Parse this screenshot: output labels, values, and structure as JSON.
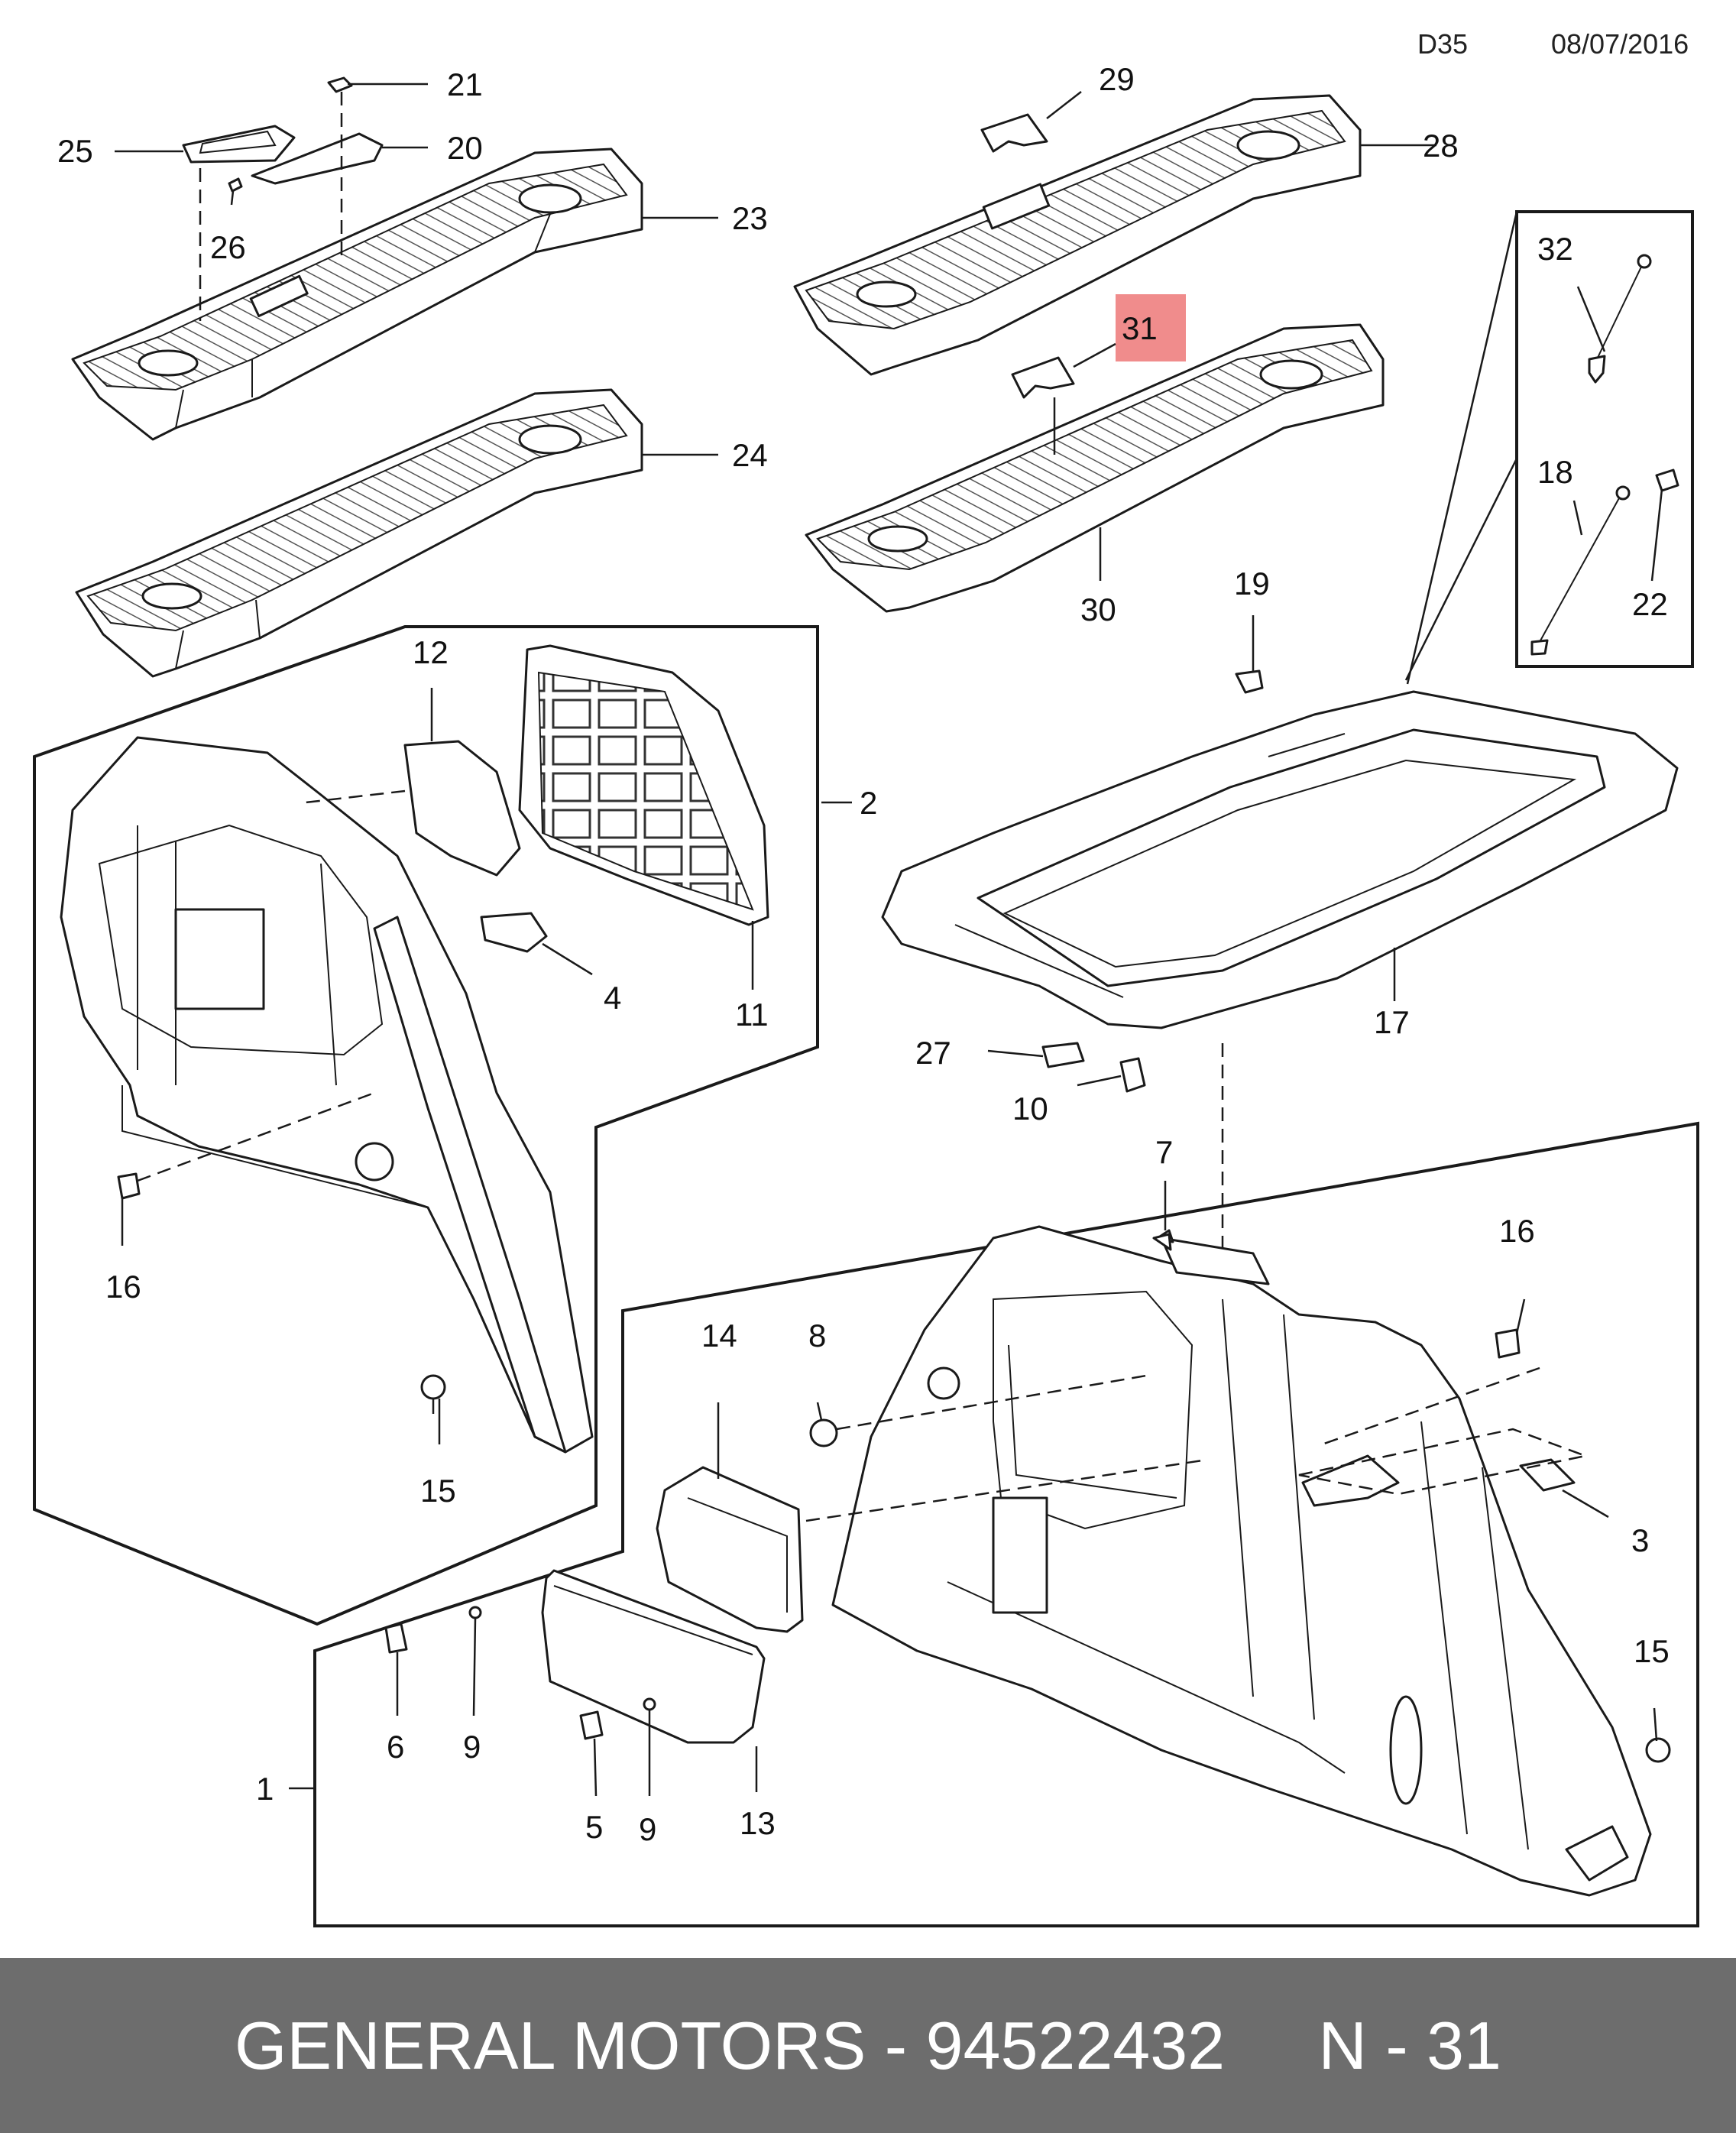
{
  "header": {
    "code": "D35",
    "date": "08/07/2016"
  },
  "highlight": {
    "label": "31",
    "color": "#f08c8c"
  },
  "callouts": {
    "c1": "1",
    "c2": "2",
    "c3": "3",
    "c4": "4",
    "c5": "5",
    "c6": "6",
    "c7": "7",
    "c8": "8",
    "c9a": "9",
    "c9b": "9",
    "c10": "10",
    "c11": "11",
    "c12": "12",
    "c13": "13",
    "c14": "14",
    "c15a": "15",
    "c15b": "15",
    "c16a": "16",
    "c16b": "16",
    "c17": "17",
    "c18": "18",
    "c19": "19",
    "c20": "20",
    "c21": "21",
    "c22": "22",
    "c23": "23",
    "c24": "24",
    "c25": "25",
    "c26": "26",
    "c27": "27",
    "c28": "28",
    "c29": "29",
    "c30": "30",
    "c32": "32"
  },
  "footer": {
    "brand": "GENERAL MOTORS",
    "separator": " - ",
    "part_number": "94522432",
    "gap": "     ",
    "ref_prefix": "N - ",
    "ref_number": "31"
  }
}
